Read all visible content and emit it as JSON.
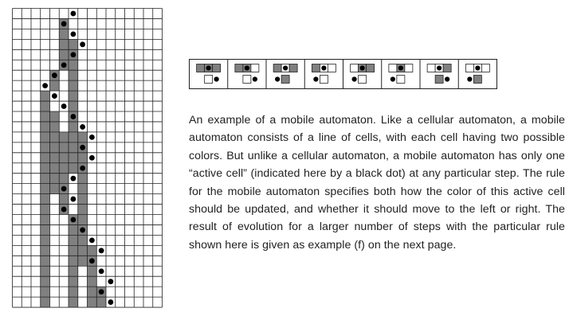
{
  "colors": {
    "gray": "#808080",
    "dot": "#000000",
    "grid_line": "#222222",
    "background": "#ffffff"
  },
  "evolution": {
    "columns": 16,
    "rows": [
      {
        "gray": [],
        "active": 6
      },
      {
        "gray": [
          5
        ],
        "active": 5
      },
      {
        "gray": [
          5
        ],
        "active": 6
      },
      {
        "gray": [
          5,
          6
        ],
        "active": 7
      },
      {
        "gray": [
          5,
          6
        ],
        "active": 6
      },
      {
        "gray": [
          5,
          6
        ],
        "active": 5
      },
      {
        "gray": [
          4,
          6
        ],
        "active": 4
      },
      {
        "gray": [
          4,
          6
        ],
        "active": 3
      },
      {
        "gray": [
          3,
          6
        ],
        "active": 4
      },
      {
        "gray": [
          3,
          6
        ],
        "active": 5
      },
      {
        "gray": [
          3,
          4,
          6
        ],
        "active": 6
      },
      {
        "gray": [
          3,
          4,
          6
        ],
        "active": 7
      },
      {
        "gray": [
          3,
          4,
          5,
          6,
          7
        ],
        "active": 8
      },
      {
        "gray": [
          3,
          4,
          5,
          6,
          7
        ],
        "active": 7
      },
      {
        "gray": [
          3,
          4,
          5,
          6,
          7
        ],
        "active": 8
      },
      {
        "gray": [
          3,
          4,
          5,
          6,
          7
        ],
        "active": 7
      },
      {
        "gray": [
          3,
          4,
          5,
          7
        ],
        "active": 6
      },
      {
        "gray": [
          3,
          4,
          5,
          7
        ],
        "active": 5
      },
      {
        "gray": [
          3,
          5,
          7
        ],
        "active": 6
      },
      {
        "gray": [
          3,
          5,
          7
        ],
        "active": 5
      },
      {
        "gray": [
          3,
          6,
          7
        ],
        "active": 6
      },
      {
        "gray": [
          3,
          6,
          7
        ],
        "active": 7
      },
      {
        "gray": [
          3,
          6,
          7
        ],
        "active": 8
      },
      {
        "gray": [
          3,
          6,
          7,
          8
        ],
        "active": 9
      },
      {
        "gray": [
          3,
          6,
          7,
          8
        ],
        "active": 8
      },
      {
        "gray": [
          3,
          6,
          8
        ],
        "active": 9
      },
      {
        "gray": [
          3,
          6,
          8
        ],
        "active": 10
      },
      {
        "gray": [
          3,
          6,
          8,
          9
        ],
        "active": 9
      },
      {
        "gray": [
          3,
          6,
          8,
          9
        ],
        "active": 10
      }
    ]
  },
  "rule_cases": [
    {
      "top": [
        1,
        1,
        1
      ],
      "bottom": [
        0,
        0,
        0
      ],
      "new_color": 0,
      "move": "right"
    },
    {
      "top": [
        1,
        1,
        0
      ],
      "bottom": [
        0,
        0,
        0
      ],
      "new_color": 0,
      "move": "right"
    },
    {
      "top": [
        1,
        0,
        1
      ],
      "bottom": [
        0,
        1,
        0
      ],
      "new_color": 1,
      "move": "left"
    },
    {
      "top": [
        1,
        0,
        0
      ],
      "bottom": [
        0,
        0,
        0
      ],
      "new_color": 0,
      "move": "left"
    },
    {
      "top": [
        0,
        1,
        1
      ],
      "bottom": [
        0,
        0,
        0
      ],
      "new_color": 0,
      "move": "left"
    },
    {
      "top": [
        0,
        1,
        0
      ],
      "bottom": [
        0,
        0,
        0
      ],
      "new_color": 0,
      "move": "left"
    },
    {
      "top": [
        0,
        0,
        1
      ],
      "bottom": [
        0,
        1,
        0
      ],
      "new_color": 1,
      "move": "right"
    },
    {
      "top": [
        0,
        0,
        0
      ],
      "bottom": [
        0,
        1,
        0
      ],
      "new_color": 1,
      "move": "left"
    }
  ],
  "caption": "An example of a mobile automaton. Like a cellular automaton, a mobile automaton consists of a line of cells, with each cell having two possible colors. But unlike a cellular automaton, a mobile automaton has only one “active cell” (indicated here by a black dot) at any particular step. The rule for the mobile automaton specifies both how the color of this active cell should be updated, and whether it should move to the left or right. The result of evolution for a larger number of steps with the particular rule shown here is given as example (f) on the next page."
}
